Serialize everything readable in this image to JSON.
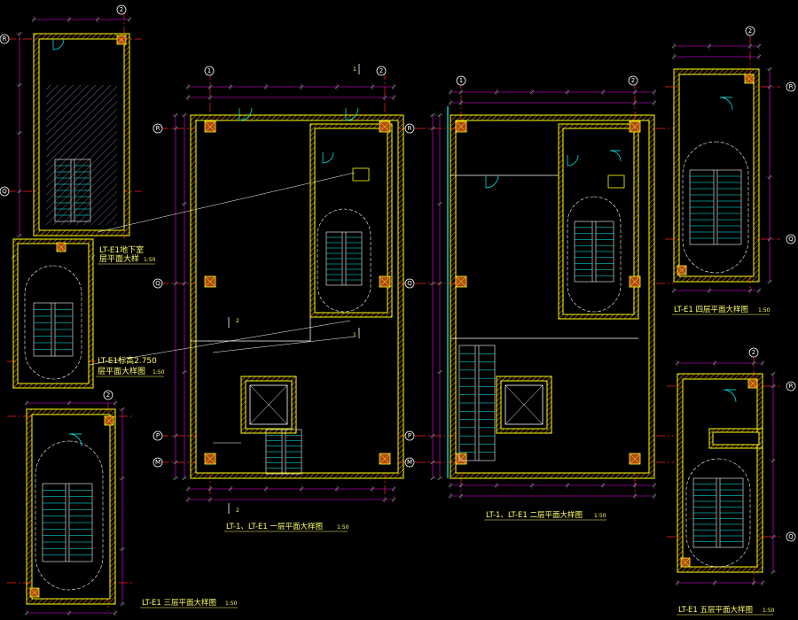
{
  "colors": {
    "background": "#000000",
    "wall": "#ffff00",
    "wall_hatch": "#ff9900",
    "grid_line": "#ff2020",
    "dimension": "#ff00ff",
    "fixture": "#ffffff",
    "text": "#ffff66",
    "cyan": "#00ffff",
    "green": "#00ff00",
    "column": "#b34a1a"
  },
  "plans": [
    {
      "id": "basement",
      "caption_line1": "LT-E1地下室",
      "caption_line2": "层平面大样",
      "scale": "1:50"
    },
    {
      "id": "elev2750",
      "caption_line1": "LT-E1标高2.750",
      "caption_line2": "层平面大样图",
      "scale": "1:50"
    },
    {
      "id": "floor3",
      "caption": "LT-E1  三层平面大样图",
      "scale": "1:50"
    },
    {
      "id": "floor1",
      "caption": "LT-1、LT-E1  一层平面大样图",
      "scale": "1:50"
    },
    {
      "id": "floor2",
      "caption": "LT-1、LT-E1  二层平面大样图",
      "scale": "1:50"
    },
    {
      "id": "floor4",
      "caption": "LT-E1  四层平面大样图",
      "scale": "1:50"
    },
    {
      "id": "floor5",
      "caption": "LT-E1  五层平面大样图",
      "scale": "1:50"
    }
  ],
  "axis_bubbles": {
    "one": "1",
    "two": "2",
    "P": "P",
    "Q": "Q",
    "R": "R",
    "M": "M"
  },
  "section_marks": {
    "two": "2",
    "one": "1"
  }
}
